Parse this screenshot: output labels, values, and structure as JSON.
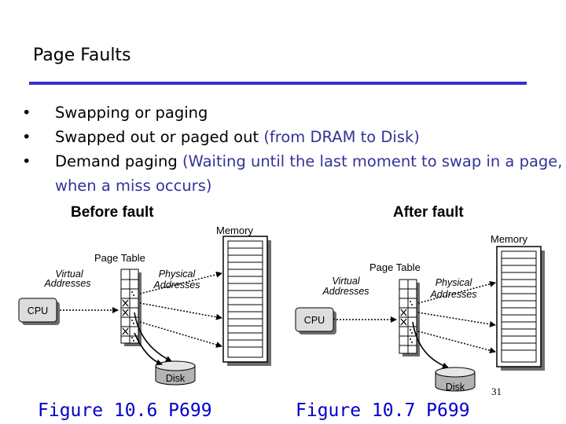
{
  "slide": {
    "title": "Page Faults",
    "accent_color": "#3333cc",
    "paren_color": "#333399",
    "figure_color": "#0000cc",
    "page_number": "31"
  },
  "bullets": [
    {
      "text": "Swapping or paging",
      "paren": ""
    },
    {
      "text": "Swapped out or paged out ",
      "paren": "(from DRAM to Disk)"
    },
    {
      "text": "Demand paging ",
      "paren": "(Waiting until the last moment to swap in a page, when a miss occurs)"
    }
  ],
  "before": {
    "heading": "Before fault",
    "memory_label": "Memory",
    "page_table_label": "Page Table",
    "virtual_label_1": "Virtual",
    "virtual_label_2": "Addresses",
    "physical_label_1": "Physical",
    "physical_label_2": "Addresses",
    "cpu_label": "CPU",
    "disk_label": "Disk",
    "figure_caption": "Figure 10.6  P699"
  },
  "after": {
    "heading": "After fault",
    "memory_label": "Memory",
    "page_table_label": "Page Table",
    "virtual_label_1": "Virtual",
    "virtual_label_2": "Addresses",
    "physical_label_1": "Physical",
    "physical_label_2": "Addresses",
    "cpu_label": "CPU",
    "disk_label": "Disk",
    "figure_caption": "Figure 10.7  P699"
  }
}
